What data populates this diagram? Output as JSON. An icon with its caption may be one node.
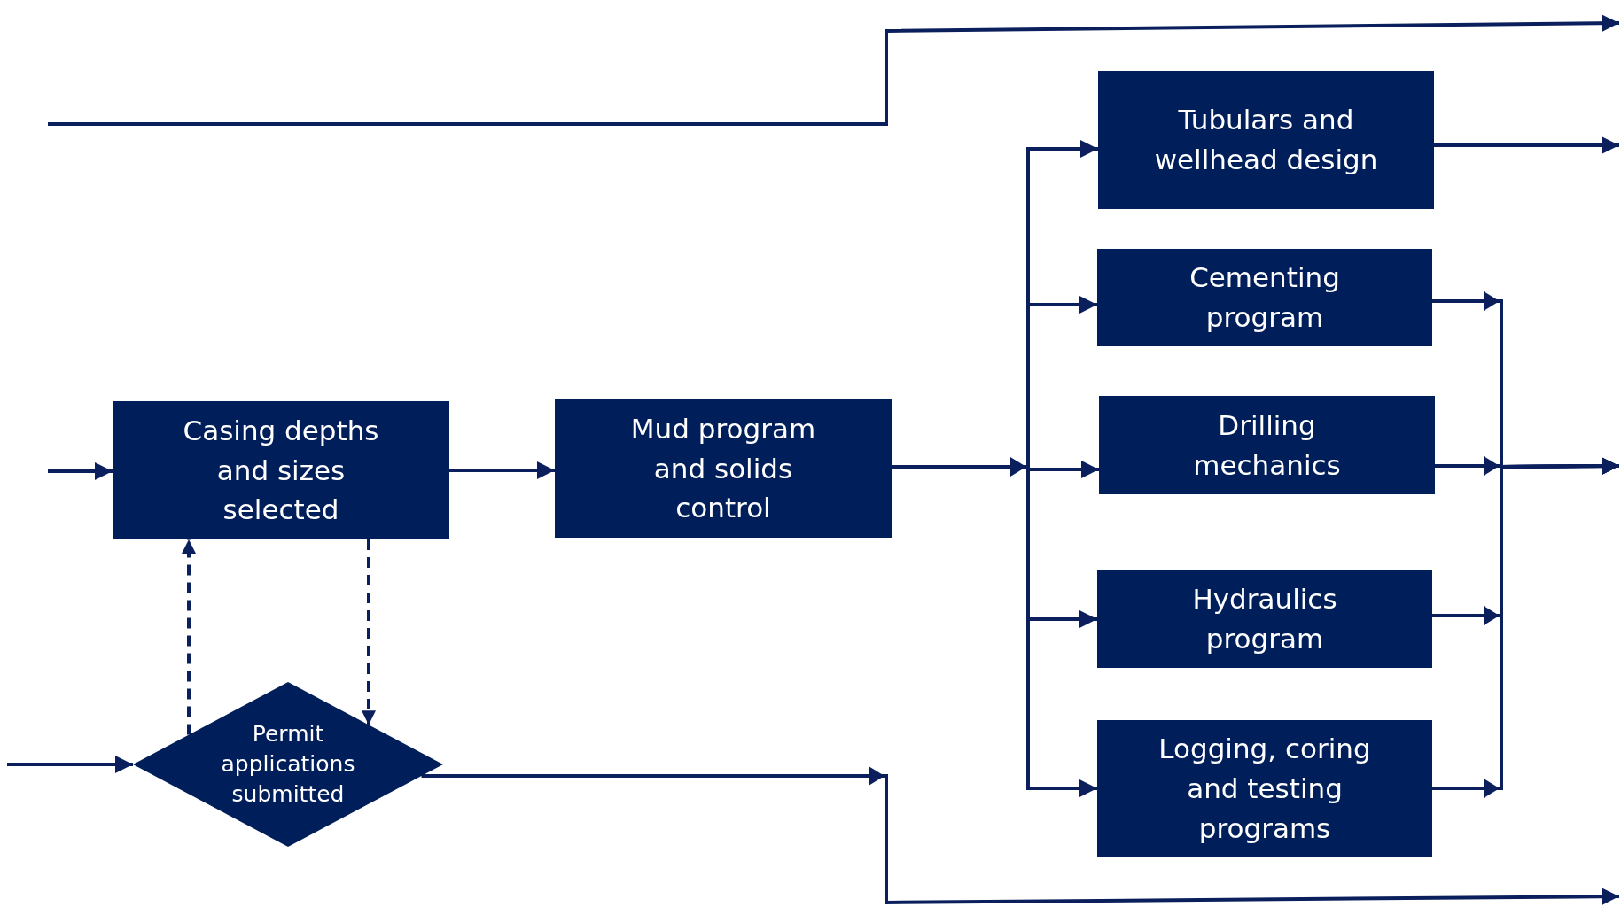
{
  "diagram": {
    "nodes": [
      {
        "text": [
          "Casing depths and sizes selected"
        ]
      },
      {
        "text": [
          "Mud program and solids control"
        ]
      },
      {
        "text": [
          "Tubulars and wellhead design"
        ]
      },
      {
        "text": [
          "Cementing program"
        ]
      },
      {
        "text": [
          "Drilling mechanics"
        ]
      },
      {
        "text": [
          "Hydraulics program"
        ]
      },
      {
        "text": [
          "Logging, coring and testing programs"
        ]
      },
      {
        "text": [
          "Permit applications submitted"
        ]
      }
    ],
    "edges": [
      {
        "from": null,
        "to": 0,
        "arrow": "to"
      },
      {
        "from": 0,
        "to": 1,
        "arrow": "to"
      },
      {
        "from": 1,
        "to": 2,
        "arrow": "to"
      },
      {
        "from": 1,
        "to": 3,
        "arrow": "to"
      },
      {
        "from": 1,
        "to": 4,
        "arrow": "to"
      },
      {
        "from": 1,
        "to": 5,
        "arrow": "to"
      },
      {
        "from": 1,
        "to": 6,
        "arrow": "to"
      },
      {
        "from": 2,
        "to": null,
        "arrow": "to"
      },
      {
        "from": 3,
        "to": null,
        "arrow": "to"
      },
      {
        "from": 4,
        "to": null,
        "arrow": "to"
      },
      {
        "from": 5,
        "to": null,
        "arrow": "to"
      },
      {
        "from": 6,
        "to": null,
        "arrow": "to"
      },
      {
        "from": null,
        "to": 7,
        "arrow": "to"
      },
      {
        "from": 7,
        "to": null,
        "arrow": "to"
      },
      {
        "from": 7,
        "to": 0,
        "arrow": "to",
        "style": "dashed"
      },
      {
        "from": 0,
        "to": 7,
        "arrow": "to",
        "style": "dashed"
      }
    ]
  }
}
